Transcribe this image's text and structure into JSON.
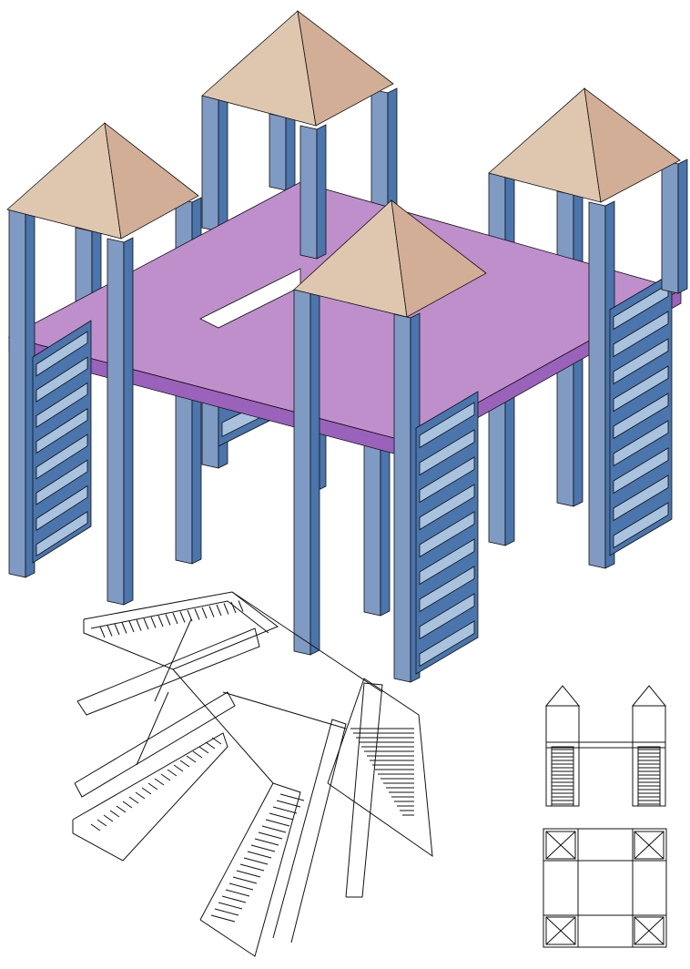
{
  "title": "",
  "colors": {
    "slab_top": "#bf8fcc",
    "slab_side": "#9a62ba",
    "column_front": "#7f9bc4",
    "column_side": "#4a75ad",
    "stair_tread": "#a9c2de",
    "roof_left": "#dfc7af",
    "roof_right": "#d3ae97",
    "outline": "#111111"
  },
  "views": [
    "isometric-model",
    "wireframe-stairs",
    "elevation-view",
    "plan-view"
  ]
}
